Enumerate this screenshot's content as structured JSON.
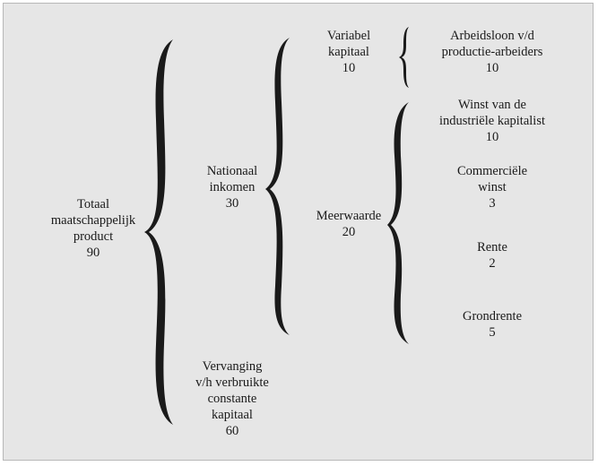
{
  "diagram": {
    "total": {
      "lines": [
        "Totaal",
        "maatschappelijk",
        "product"
      ],
      "value": "90"
    },
    "national_income": {
      "lines": [
        "Nationaal",
        "inkomen"
      ],
      "value": "30"
    },
    "replacement": {
      "lines": [
        "Vervanging",
        "v/h verbruikte",
        "constante",
        "kapitaal"
      ],
      "value": "60"
    },
    "variable_capital": {
      "lines": [
        "Variabel",
        "kapitaal"
      ],
      "value": "10"
    },
    "surplus_value": {
      "lines": [
        "Meerwaarde"
      ],
      "value": "20"
    },
    "wages": {
      "lines": [
        "Arbeidsloon v/d",
        "productie-arbeiders"
      ],
      "value": "10"
    },
    "industrial_profit": {
      "lines": [
        "Winst van de",
        "industriële kapitalist"
      ],
      "value": "10"
    },
    "commercial_profit": {
      "lines": [
        "Commerciële",
        "winst"
      ],
      "value": "3"
    },
    "interest": {
      "lines": [
        "Rente"
      ],
      "value": "2"
    },
    "ground_rent": {
      "lines": [
        "Grondrente"
      ],
      "value": "5"
    }
  },
  "colors": {
    "background": "#e6e6e6",
    "ink": "#1a1a1a"
  }
}
